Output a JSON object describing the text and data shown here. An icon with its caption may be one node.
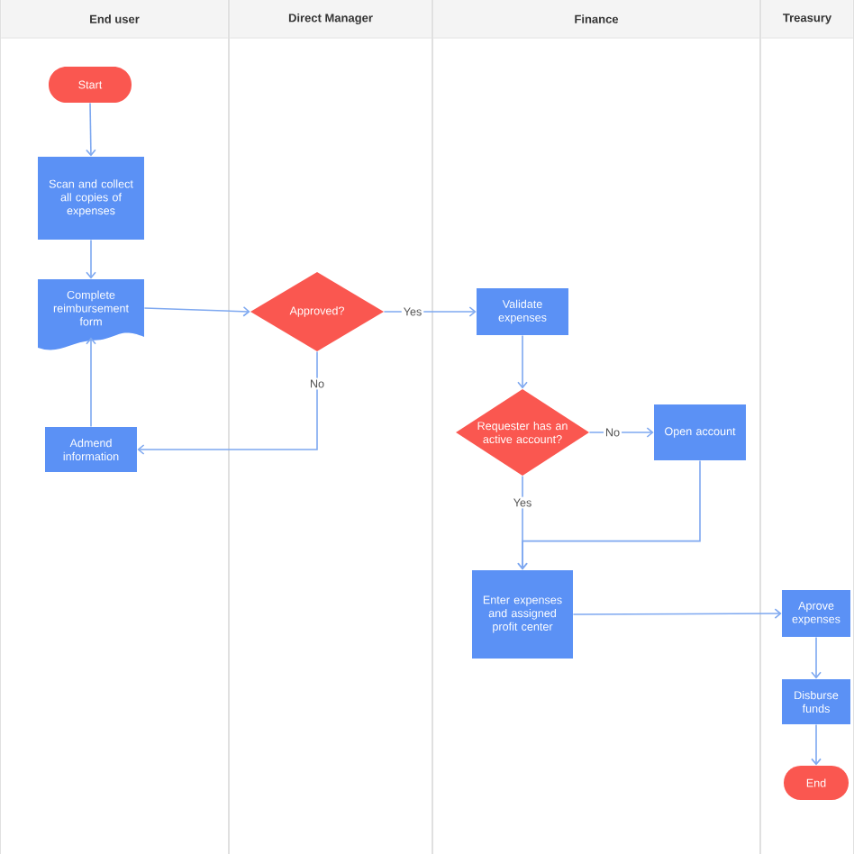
{
  "diagram": {
    "nodes": [
      {
        "text": [
          "End user"
        ]
      },
      {
        "text": [
          "Direct Manager"
        ]
      },
      {
        "text": [
          "Finance"
        ]
      },
      {
        "text": [
          "Treasury"
        ]
      },
      {
        "text": [
          "Start"
        ],
        "in": 0
      },
      {
        "text": [
          "Scan and collect all copies of expenses"
        ],
        "in": 0
      },
      {
        "text": [
          "Complete reimbursement form"
        ],
        "in": 0
      },
      {
        "text": [
          "Admend information"
        ],
        "in": 0
      },
      {
        "text": [
          "Approved?"
        ],
        "in": 1
      },
      {
        "text": [
          "Validate expenses"
        ],
        "in": 2
      },
      {
        "text": [
          "Requester has an active account?"
        ],
        "in": 2
      },
      {
        "text": [
          "Open account"
        ],
        "in": 2
      },
      {
        "text": [
          "Enter expenses and assigned profit center"
        ],
        "in": 2
      },
      {
        "text": [
          "Aprove expenses"
        ],
        "in": 3
      },
      {
        "text": [
          "Disburse funds"
        ],
        "in": 3
      },
      {
        "text": [
          "End"
        ],
        "in": 3
      }
    ],
    "edges": [
      {
        "from": 4,
        "to": 5,
        "arrow": "to"
      },
      {
        "from": 5,
        "to": 6,
        "arrow": "to"
      },
      {
        "from": 6,
        "to": 8,
        "arrow": "to"
      },
      {
        "from": 8,
        "to": 9,
        "arrow": "to",
        "label": "Yes"
      },
      {
        "from": 8,
        "to": 7,
        "arrow": "to",
        "label": "No"
      },
      {
        "from": 7,
        "to": 6,
        "arrow": "to"
      },
      {
        "from": 9,
        "to": 10,
        "arrow": "to"
      },
      {
        "from": 10,
        "to": 11,
        "arrow": "to",
        "label": "No"
      },
      {
        "from": 10,
        "to": 12,
        "arrow": "to",
        "label": "Yes"
      },
      {
        "from": 11,
        "to": 12,
        "arrow": "to"
      },
      {
        "from": 12,
        "to": 13,
        "arrow": "to"
      },
      {
        "from": 13,
        "to": 14,
        "arrow": "to"
      },
      {
        "from": 14,
        "to": 15,
        "arrow": "to"
      }
    ]
  }
}
